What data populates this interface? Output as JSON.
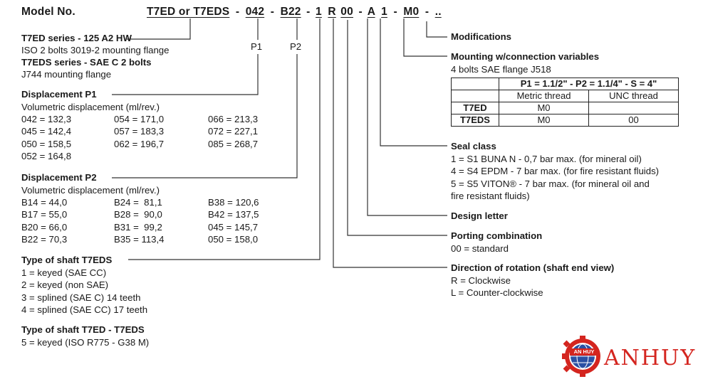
{
  "header": {
    "model_label": "Model No.",
    "code_segments": [
      "T7ED or T7EDS",
      "-",
      "042",
      "-",
      "B22",
      "-",
      "1",
      "R",
      "00",
      "-",
      "A",
      "1",
      "-",
      "M0",
      "-",
      ".."
    ],
    "p1_tag": "P1",
    "p2_tag": "P2"
  },
  "series": {
    "t7ed_title": "T7ED series - 125 A2 HW",
    "t7ed_desc": "ISO 2 bolts 3019-2 mounting flange",
    "t7eds_title": "T7EDS series - SAE C 2 bolts",
    "t7eds_desc": "J744 mounting flange"
  },
  "displacement_p1": {
    "title": "Displacement P1",
    "subtitle": "Volumetric displacement (ml/rev.)",
    "col1": [
      "042 = 132,3",
      "045 = 142,4",
      "050 = 158,5",
      "052 = 164,8"
    ],
    "col2": [
      "054 = 171,0",
      "057 = 183,3",
      "062 = 196,7"
    ],
    "col3": [
      "066 = 213,3",
      "072 = 227,1",
      "085 = 268,7"
    ]
  },
  "displacement_p2": {
    "title": "Displacement P2",
    "subtitle": "Volumetric displacement (ml/rev.)",
    "col1": [
      "B14 = 44,0",
      "B17 = 55,0",
      "B20 = 66,0",
      "B22 = 70,3"
    ],
    "col2": [
      "B24 =  81,1",
      "B28 =  90,0",
      "B31 =  99,2",
      "B35 = 113,4"
    ],
    "col3": [
      "B38 = 120,6",
      "B42 = 137,5",
      "045 = 145,7",
      "050 = 158,0"
    ]
  },
  "shaft_t7eds": {
    "title": "Type of shaft T7EDS",
    "items": [
      "1 = keyed (SAE CC)",
      "2 = keyed (non SAE)",
      "3 = splined (SAE C) 14 teeth",
      "4 = splined (SAE CC) 17 teeth"
    ]
  },
  "shaft_t7ed_t7eds": {
    "title": "Type of shaft T7ED - T7EDS",
    "items": [
      "5 = keyed (ISO R775 - G38 M)"
    ]
  },
  "modifications": {
    "title": "Modifications"
  },
  "mounting": {
    "title": "Mounting w/connection variables",
    "subtitle": "4 bolts SAE flange J518",
    "table": {
      "header": "P1 = 1.1/2\" - P2 = 1.1/4\" - S = 4\"",
      "col_metric": "Metric thread",
      "col_unc": "UNC thread",
      "rows": [
        {
          "label": "T7ED",
          "metric": "M0",
          "unc": ""
        },
        {
          "label": "T7EDS",
          "metric": "M0",
          "unc": "00"
        }
      ]
    }
  },
  "seal_class": {
    "title": "Seal class",
    "items": [
      "1 = S1 BUNA N - 0,7 bar max. (for mineral oil)",
      "4 = S4 EPDM - 7 bar max. (for fire resistant fluids)",
      "5 = S5 VITON® - 7 bar max. (for mineral oil and",
      "fire resistant fluids)"
    ]
  },
  "design_letter": {
    "title": "Design letter"
  },
  "porting": {
    "title": "Porting combination",
    "items": [
      "00 = standard"
    ]
  },
  "rotation": {
    "title": "Direction of rotation (shaft end view)",
    "items": [
      "R = Clockwise",
      "L = Counter-clockwise"
    ]
  },
  "logo": {
    "badge_text": "AN HUY",
    "brand": "ANHUY",
    "accent": "#d4251f",
    "globe": "#2a4fa3"
  }
}
